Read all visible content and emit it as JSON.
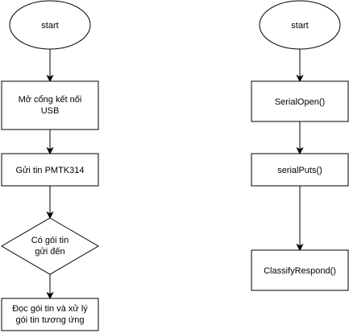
{
  "left_flow": {
    "start_label": "start",
    "step1_label_line1": "Mở cổng kết nối",
    "step1_label_line2": "USB",
    "step2_label": "Gửi tin PMTK314",
    "decision_label_line1": "Có gói tin",
    "decision_label_line2": "gửi đến",
    "step3_label_line1": "Đọc gói tin và xử lý",
    "step3_label_line2": "gói tin tương ứng"
  },
  "right_flow": {
    "start_label": "start",
    "step1_label": "SerialOpen()",
    "step2_label": "serialPuts()",
    "step3_label": "ClassifyRespond()"
  }
}
